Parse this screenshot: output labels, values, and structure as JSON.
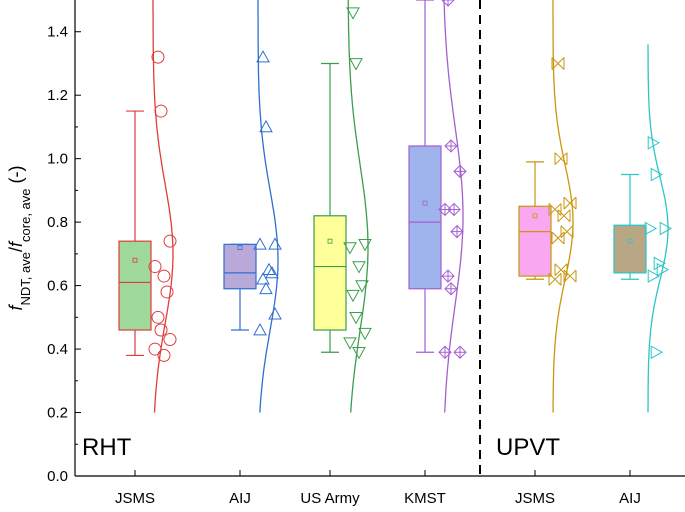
{
  "chart_data": {
    "type": "box",
    "y_axis": {
      "label_parts": [
        {
          "text": "f",
          "style": "italic"
        },
        {
          "text": "NDT, ave",
          "style": "sub"
        },
        {
          "text": "/",
          "style": "normal"
        },
        {
          "text": "f",
          "style": "italic"
        },
        {
          "text": "core, ave",
          "style": "sub"
        },
        {
          "text": " (-)",
          "style": "normal"
        }
      ],
      "ylim": [
        0.0,
        1.5
      ],
      "ticks": [
        0.0,
        0.2,
        0.4,
        0.6,
        0.8,
        1.0,
        1.2,
        1.4
      ],
      "tick_labels": [
        "0.0",
        "0.2",
        "0.4",
        "0.6",
        "0.8",
        "1.0",
        "1.2",
        "1.4"
      ]
    },
    "groups": [
      {
        "label": "RHT",
        "categories": [
          "JSMS",
          "AIJ",
          "US Army",
          "KMST"
        ]
      },
      {
        "label": "UPVT",
        "categories": [
          "JSMS",
          "AIJ"
        ]
      }
    ],
    "separator_after_category": 4,
    "series": [
      {
        "category": "JSMS",
        "group": "RHT",
        "color": "#e03c3c",
        "fill": "#9ed89a",
        "marker": "circle",
        "whisker_low": 0.38,
        "q1": 0.46,
        "median": 0.61,
        "q3": 0.74,
        "whisker_high": 1.15,
        "mean": 0.68,
        "points": [
          1.32,
          1.15,
          0.74,
          0.66,
          0.63,
          0.58,
          0.5,
          0.46,
          0.43,
          0.4,
          0.38
        ],
        "curve_range": [
          0.2,
          1.5
        ],
        "curve_mean": 0.7,
        "curve_sd": 0.22
      },
      {
        "category": "AIJ",
        "group": "RHT",
        "color": "#2f6fd0",
        "fill": "#b9a9d9",
        "marker": "triangle-up",
        "whisker_low": 0.46,
        "q1": 0.59,
        "median": 0.64,
        "q3": 0.73,
        "whisker_high": 0.73,
        "mean": 0.72,
        "points": [
          1.32,
          1.1,
          0.73,
          0.73,
          0.65,
          0.64,
          0.62,
          0.59,
          0.51,
          0.46
        ],
        "curve_range": [
          0.2,
          1.5
        ],
        "curve_mean": 0.68,
        "curve_sd": 0.22
      },
      {
        "category": "US Army",
        "group": "RHT",
        "color": "#3a9e4a",
        "fill": "#ffff99",
        "marker": "triangle-down",
        "whisker_low": 0.39,
        "q1": 0.46,
        "median": 0.66,
        "q3": 0.82,
        "whisker_high": 1.3,
        "mean": 0.74,
        "points": [
          1.46,
          1.3,
          0.73,
          0.72,
          0.66,
          0.6,
          0.57,
          0.5,
          0.45,
          0.42,
          0.39
        ],
        "curve_range": [
          0.2,
          1.5
        ],
        "curve_mean": 0.72,
        "curve_sd": 0.26
      },
      {
        "category": "KMST",
        "group": "RHT",
        "color": "#a35fd1",
        "fill": "#9fb4ec",
        "marker": "diamond-plus",
        "whisker_low": 0.39,
        "q1": 0.59,
        "median": 0.8,
        "q3": 1.04,
        "whisker_high": 1.5,
        "mean": 0.86,
        "points": [
          1.5,
          1.04,
          0.96,
          0.84,
          0.84,
          0.77,
          0.63,
          0.59,
          0.39,
          0.39
        ],
        "curve_range": [
          0.2,
          1.5
        ],
        "curve_mean": 0.82,
        "curve_sd": 0.28
      },
      {
        "category": "JSMS",
        "group": "UPVT",
        "color": "#c9960c",
        "fill": "#f8a8f0",
        "marker": "x-cross",
        "whisker_low": 0.62,
        "q1": 0.63,
        "median": 0.77,
        "q3": 0.85,
        "whisker_high": 0.99,
        "mean": 0.82,
        "points": [
          1.3,
          1.0,
          0.86,
          0.84,
          0.82,
          0.77,
          0.75,
          0.65,
          0.63,
          0.62
        ],
        "curve_range": [
          0.2,
          1.5
        ],
        "curve_mean": 0.8,
        "curve_sd": 0.18
      },
      {
        "category": "AIJ",
        "group": "UPVT",
        "color": "#2cc6c6",
        "fill": "#b8a684",
        "marker": "triangle-right",
        "whisker_low": 0.62,
        "q1": 0.64,
        "median": 0.79,
        "q3": 0.79,
        "whisker_high": 0.95,
        "mean": 0.74,
        "points": [
          1.05,
          0.95,
          0.78,
          0.78,
          0.67,
          0.65,
          0.63,
          0.39
        ],
        "curve_range": [
          0.2,
          1.36
        ],
        "curve_mean": 0.78,
        "curve_sd": 0.16
      }
    ]
  }
}
